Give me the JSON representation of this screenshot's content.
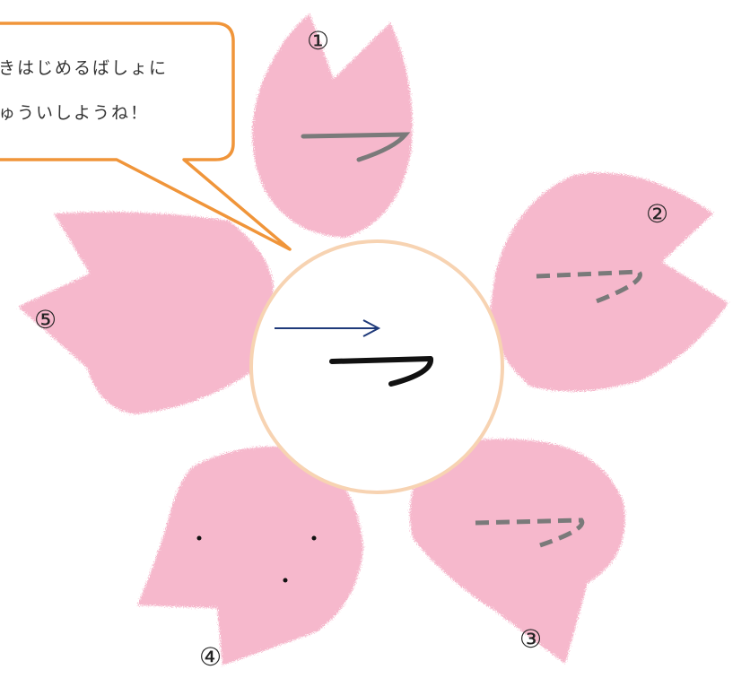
{
  "speech_bubble": {
    "line1": "きはじめるばしょに",
    "line2": "ゅういしようね！"
  },
  "petals": [
    {
      "number": "①",
      "stroke_style": "solid"
    },
    {
      "number": "②",
      "stroke_style": "dashed"
    },
    {
      "number": "③",
      "stroke_style": "dashed"
    },
    {
      "number": "④",
      "stroke_style": "dots"
    },
    {
      "number": "⑤",
      "stroke_style": "none"
    }
  ],
  "center": {
    "character": "つ",
    "arrow_direction": "right"
  },
  "colors": {
    "petal_pink": "#f6b8cc",
    "center_border": "#f7d3b2",
    "bubble_border": "#f0953a",
    "guide_stroke": "#7a7a7a",
    "arrow": "#1f3a7a",
    "ink": "#111111"
  }
}
